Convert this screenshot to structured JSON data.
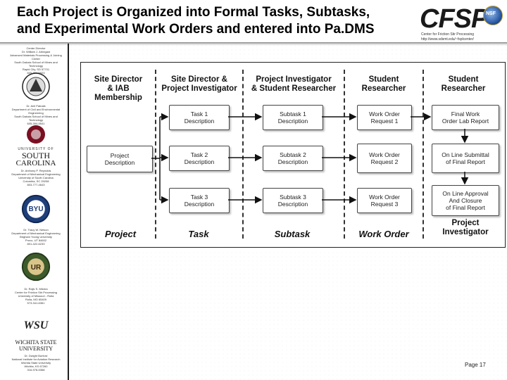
{
  "slide": {
    "title_line1": "Each Project is Organized into Formal Tasks, Subtasks,",
    "title_line2": "and Experimental Work Orders and entered into Pa.DMS",
    "page": "Page 17"
  },
  "logo": {
    "acronym": "CFSP",
    "sub1": "Center for Friction Stir Processing",
    "sub2": "http://www.sdsmt.edu/~fsplcenter/",
    "nsf": "NSF"
  },
  "sidebar": {
    "block1": "Center Director\nDr. William J. Arbegast\nAdvanced Materials Processing & Joining Center\nSouth Dakota School of Mines and Technology\nRapid City, SD 57701\n605-394-6923",
    "block2": "Dr. Anil Patnaik\nDepartment of Civil and Environmental Engineering\nSouth Dakota School of Mines and Technology\n605-394-5541",
    "univ_sc_1": "UNIVERSITY OF",
    "univ_sc_2": "SOUTH",
    "univ_sc_3": "CAROLINA",
    "block3": "Dr. Anthony P. Reynolds\nDepartment of Mechanical Engineering\nUniversity of South Carolina\nColumbia, SC 29208\n803-777-4643",
    "byu": "BYU",
    "block4": "Dr. Tracy W. Nelson\nDepartment of Mechanical Engineering\nBrigham Young University\nProvo, UT 84602\n801-422-6233",
    "umr": "UR",
    "block5": "Dr. Rajiv S. Mishra\nCenter for Friction Stir Processing\nUniversity of Missouri - Rolla\nRolla, MO 65409\n573-341-6361",
    "wsu_mark": "WSU",
    "wsu_1": "WICHITA STATE",
    "wsu_2": "UNIVERSITY",
    "block6": "Dr. Dwight Burford\nNational Institute for Aviation Research\nWichita State University\nWichita, KS 67260\n316-978-5368"
  },
  "diagram": {
    "headers": [
      "Site Director\n& IAB\nMembership",
      "Site Director &\nProject Investigator",
      "Project Investigator\n& Student Researcher",
      "Student\nResearcher",
      "Student\nResearcher"
    ],
    "project_box": "Project\nDescription",
    "tasks": [
      "Task 1\nDescription",
      "Task 2\nDescription",
      "Task 3\nDescription"
    ],
    "subtasks": [
      "Subtask 1\nDescription",
      "Subtask 2\nDescription",
      "Subtask 3\nDescription"
    ],
    "work_orders": [
      "Work Order\nRequest 1",
      "Work Order\nRequest 2",
      "Work Order\nRequest 3"
    ],
    "finals": [
      "Final Work\nOrder Lab Report",
      "On Line Submittal\nof Final Report",
      "On Line Approval\nAnd Closure\nof Final Report"
    ],
    "footers": [
      "Project",
      "Task",
      "Subtask",
      "Work Order",
      "Project\nInvestigator"
    ]
  }
}
